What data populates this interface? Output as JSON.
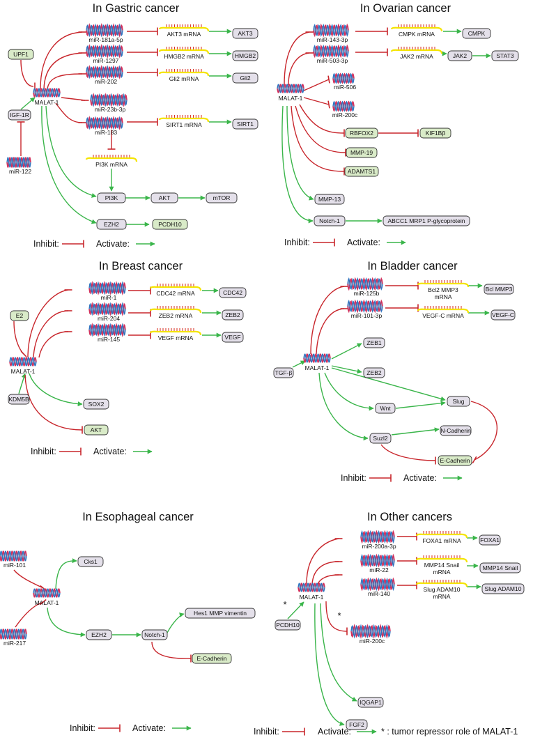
{
  "panels": {
    "gastric": {
      "title": "In Gastric cancer",
      "hub": "MALAT-1",
      "mirnas": [
        "miR-181a-5p",
        "miR-1297",
        "miR-202",
        "miR-23b-3p",
        "miR-183",
        "miR-122"
      ],
      "mrnas": [
        "AKT3 mRNA",
        "HMGB2 mRNA",
        "Gli2 mRNA",
        "SIRT1 mRNA",
        "PI3K mRNA"
      ],
      "proteins": [
        "AKT3",
        "HMGB2",
        "Gli2",
        "SIRT1",
        "PI3K",
        "AKT",
        "mTOR",
        "EZH2",
        "PCDH10",
        "UPF1",
        "IGF-1R"
      ]
    },
    "ovarian": {
      "title": "In Ovarian cancer",
      "hub": "MALAT-1",
      "mirnas": [
        "miR-143-3p",
        "miR-503-3p",
        "miR-506",
        "miR-200c"
      ],
      "mrnas": [
        "CMPK mRNA",
        "JAK2 mRNA"
      ],
      "proteins": [
        "CMPK",
        "JAK2",
        "STAT3",
        "RBFOX2",
        "KIF1Bβ",
        "MMP-19",
        "ADAMTS1",
        "MMP-13",
        "Notch-1",
        "ABCC1 MRP1 P-glycoprotein"
      ]
    },
    "breast": {
      "title": "In Breast cancer",
      "hub": "MALAT-1",
      "mirnas": [
        "miR-1",
        "miR-204",
        "miR-145"
      ],
      "mrnas": [
        "CDC42 mRNA",
        "ZEB2 mRNA",
        "VEGF mRNA"
      ],
      "proteins": [
        "CDC42",
        "ZEB2",
        "VEGF",
        "E2",
        "KDM5B",
        "SOX2",
        "AKT"
      ]
    },
    "bladder": {
      "title": "In Bladder cancer",
      "hub": "MALAT-1",
      "mirnas": [
        "miR-125b",
        "miR-101-3p"
      ],
      "mrnas": [
        "Bcl2 MMP3 mRNA",
        "VEGF-C mRNA"
      ],
      "mrna_lines": [
        "Bcl2 MMP3",
        "mRNA"
      ],
      "proteins": [
        "Bcl MMP3",
        "VEGF-C",
        "ZEB1",
        "ZEB2",
        "TGF-β",
        "Wnt",
        "Slug",
        "Suzl2",
        "N-Cadherin",
        "E-Cadherin"
      ]
    },
    "esophageal": {
      "title": "In Esophageal cancer",
      "hub": "MALAT-1",
      "mirnas": [
        "miR-101",
        "miR-217"
      ],
      "proteins": [
        "Cks1",
        "EZH2",
        "Notch-1",
        "Hes1 MMP vimentin",
        "E-Cadherin"
      ]
    },
    "other": {
      "title": "In Other cancers",
      "hub": "MALAT-1",
      "mirnas": [
        "miR-200a-3p",
        "miR-22",
        "miR-140",
        "miR-200c"
      ],
      "mrnas": [
        "FOXA1 mRNA",
        "MMP14 Snail mRNA",
        "Slug ADAM10 mRNA"
      ],
      "mrna_lines": {
        "mmp14": [
          "MMP14 Snail",
          "mRNA"
        ],
        "slug": [
          "Slug ADAM10",
          "mRNA"
        ]
      },
      "proteins": [
        "FOXA1",
        "MMP14 Snail",
        "Slug ADAM10",
        "PCDH10",
        "IQGAP1",
        "FGF2"
      ],
      "star": "*"
    }
  },
  "legend": {
    "inhibit": "Inhibit:",
    "activate": "Activate:",
    "repressor_note": "* : tumor repressor role of MALAT-1"
  },
  "colors": {
    "inhibit": "#c8262c",
    "activate": "#3ab54a",
    "protein_fill": "#e4e0ea",
    "green_fill": "#d9ebc8",
    "mrna": "#f4e400",
    "mrna_ticks": "#d6281e",
    "helix_pink": "#d2305c",
    "helix_blue": "#2e74c0"
  }
}
